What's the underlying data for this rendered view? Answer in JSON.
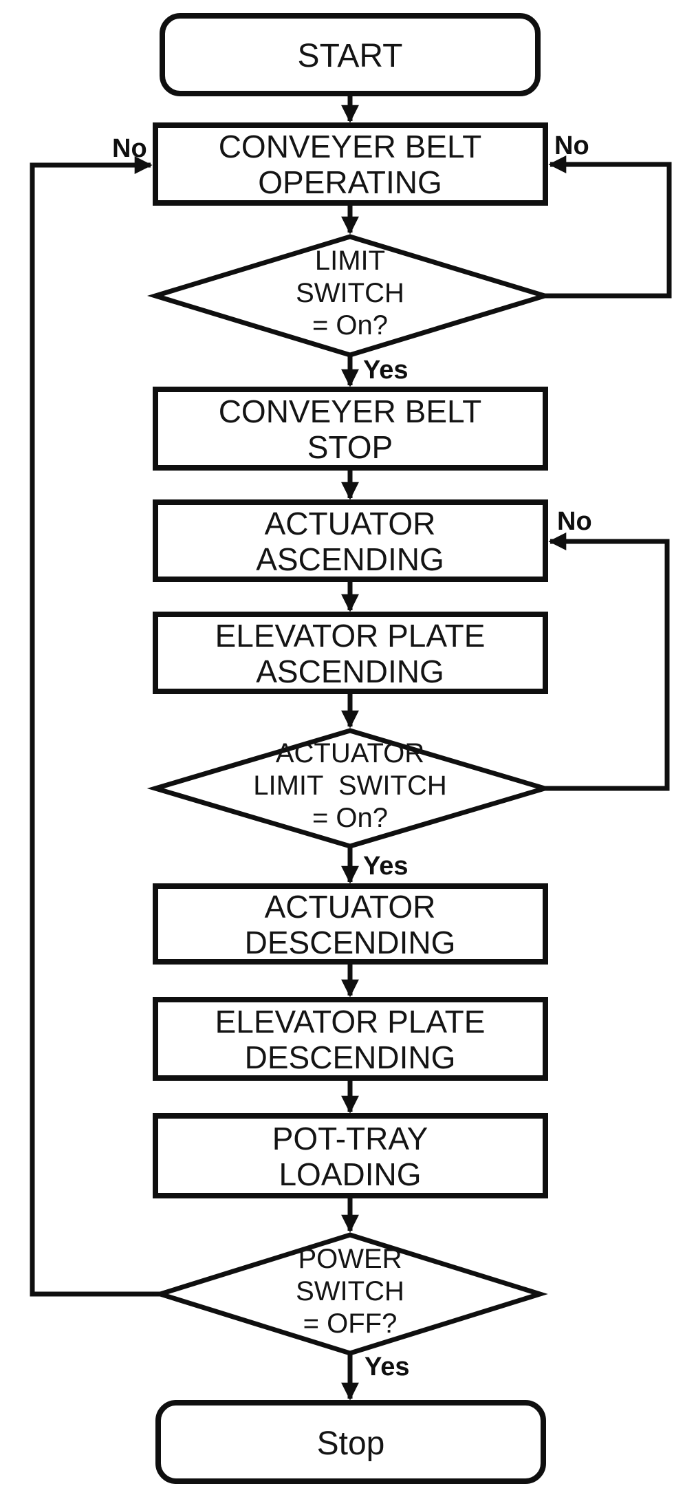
{
  "flowchart": {
    "background": "#ffffff",
    "line_color": "#0f0f0f",
    "nodes": {
      "start": {
        "type": "terminator",
        "label": "START"
      },
      "conveyer_belt_operating": {
        "type": "process",
        "line1": "CONVEYER BELT",
        "line2": "OPERATING"
      },
      "limit_switch_decision": {
        "type": "decision",
        "line1": "LIMIT",
        "line2": "SWITCH",
        "line3": "= On?"
      },
      "conveyer_belt_stop": {
        "type": "process",
        "line1": "CONVEYER BELT",
        "line2": "STOP"
      },
      "actuator_ascending": {
        "type": "process",
        "line1": "ACTUATOR",
        "line2": "ASCENDING"
      },
      "elevator_plate_ascending": {
        "type": "process",
        "line1": "ELEVATOR PLATE",
        "line2": "ASCENDING"
      },
      "actuator_limit_switch_decision": {
        "type": "decision",
        "line1": "ACTUATOR",
        "line2": "LIMIT  SWITCH",
        "line3": "= On?"
      },
      "actuator_descending": {
        "type": "process",
        "line1": "ACTUATOR",
        "line2": "DESCENDING"
      },
      "elevator_plate_descending": {
        "type": "process",
        "line1": "ELEVATOR PLATE",
        "line2": "DESCENDING"
      },
      "pot_tray_loading": {
        "type": "process",
        "line1": "POT-TRAY",
        "line2": "LOADING"
      },
      "power_switch_decision": {
        "type": "decision",
        "line1": "POWER",
        "line2": "SWITCH",
        "line3": "= OFF?"
      },
      "stop": {
        "type": "terminator",
        "label": "Stop"
      }
    },
    "edge_labels": {
      "limit_switch_yes": "Yes",
      "limit_switch_no": "No",
      "actuator_limit_switch_yes": "Yes",
      "actuator_limit_switch_no": "No",
      "power_switch_yes": "Yes",
      "power_switch_no": "No"
    }
  }
}
